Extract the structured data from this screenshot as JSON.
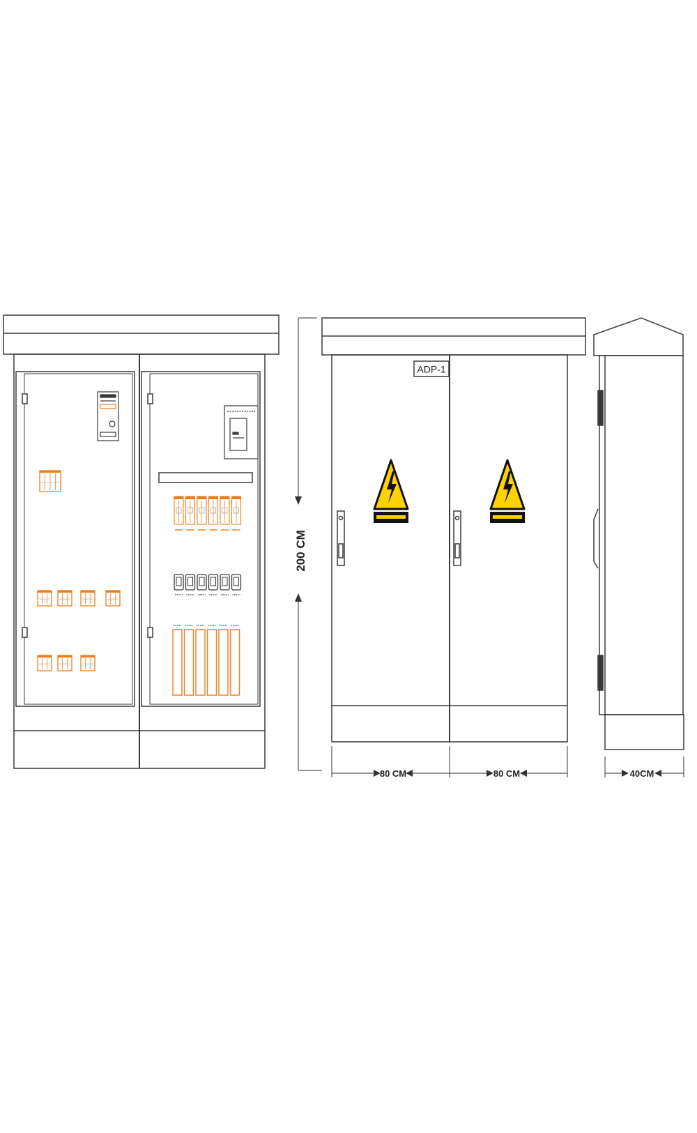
{
  "front_view": {
    "left_compartment": {
      "breaker_groups": [
        {
          "name": "main-breaker-block",
          "count": 1
        },
        {
          "name": "breaker-row-1",
          "count": 4
        },
        {
          "name": "breaker-row-2",
          "count": 3
        }
      ]
    },
    "right_compartment": {
      "modular_breakers": 6,
      "fuse_holders": 6,
      "fuse_bases": 6
    }
  },
  "door_view": {
    "panel_label": "ADP-1",
    "warning_signs": 2
  },
  "dimensions": {
    "height": "200 CM",
    "width_left": "80 CM",
    "width_right": "80 CM",
    "depth": "40CM"
  },
  "colors": {
    "outline": "#3a3a3a",
    "accent": "#f07d1a",
    "warning": "#ffd200"
  }
}
